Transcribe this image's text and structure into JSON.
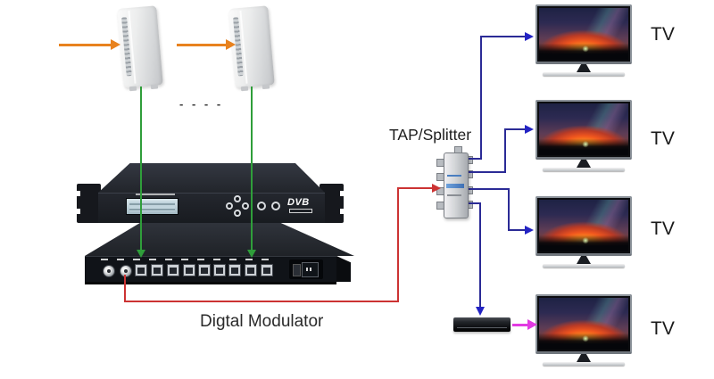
{
  "labels": {
    "tap_splitter": "TAP/Splitter",
    "modulator": "Digtal Modulator",
    "more_sources": "- - - -"
  },
  "modulator": {
    "logo": "DVB"
  },
  "tvs": [
    {
      "label": "TV"
    },
    {
      "label": "TV"
    },
    {
      "label": "TV"
    },
    {
      "label": "TV"
    }
  ],
  "colors": {
    "input_arrow_orange": "#e8821e",
    "source_to_modulator_green": "#2f9e3a",
    "rf_cable_red": "#cc3333",
    "coax_line_blue": "#2b2b96",
    "coax_arrowhead_blue": "#2323c4",
    "stb_to_tv_magenta": "#e23ae2",
    "background": "#ffffff"
  },
  "nodes": [
    {
      "id": "source-1",
      "type": "signal-source-box"
    },
    {
      "id": "source-2",
      "type": "signal-source-box"
    },
    {
      "id": "modulator",
      "type": "rack-digital-modulator",
      "label": "Digtal Modulator",
      "logo": "DVB"
    },
    {
      "id": "splitter",
      "type": "tap-splitter",
      "label": "TAP/Splitter"
    },
    {
      "id": "stb",
      "type": "set-top-box"
    },
    {
      "id": "tv-1",
      "label": "TV"
    },
    {
      "id": "tv-2",
      "label": "TV"
    },
    {
      "id": "tv-3",
      "label": "TV"
    },
    {
      "id": "tv-4",
      "label": "TV"
    }
  ],
  "connections": [
    {
      "from": "external-input",
      "to": "source-1",
      "color": "orange"
    },
    {
      "from": "external-input",
      "to": "source-2",
      "color": "orange"
    },
    {
      "from": "source-1",
      "to": "modulator-port-1",
      "color": "green"
    },
    {
      "from": "source-2",
      "to": "modulator-port-8",
      "color": "green"
    },
    {
      "from": "modulator-rf-out",
      "to": "splitter",
      "color": "red"
    },
    {
      "from": "splitter",
      "to": "tv-1",
      "color": "blue"
    },
    {
      "from": "splitter",
      "to": "tv-2",
      "color": "blue"
    },
    {
      "from": "splitter",
      "to": "tv-3",
      "color": "blue"
    },
    {
      "from": "splitter",
      "to": "stb",
      "color": "blue"
    },
    {
      "from": "stb",
      "to": "tv-4",
      "color": "magenta"
    }
  ]
}
